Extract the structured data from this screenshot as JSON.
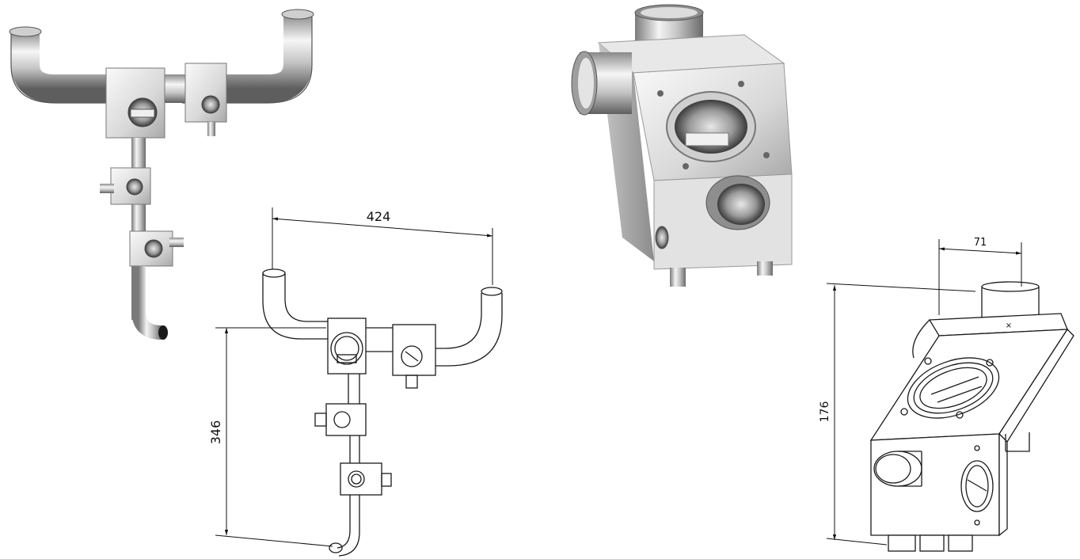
{
  "drawing_1": {
    "width_value": "424",
    "height_value": "346"
  },
  "drawing_2": {
    "width_value": "71",
    "height_value": "176"
  },
  "colors": {
    "line": "#1a1a1a",
    "steel_light": "#f2f2f2",
    "steel_mid": "#b9b9b9",
    "steel_dark": "#6e6e6e",
    "background": "#ffffff"
  }
}
